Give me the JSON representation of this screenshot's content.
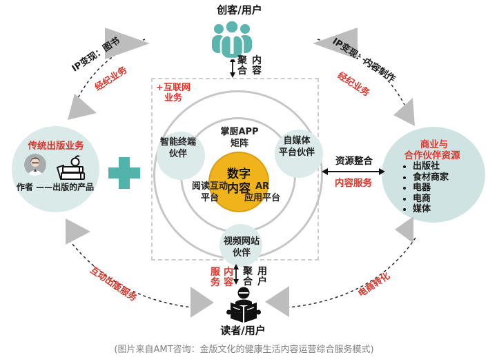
{
  "caption": "(图片来自AMT咨询：金版文化的健康生活内容运营综合服务模式)",
  "top_node": {
    "title": "创客/用户"
  },
  "bottom_node": {
    "title": "读者/用户"
  },
  "flows": {
    "aggregate_content": {
      "row1": "聚内",
      "row2": "合容"
    },
    "serve_content": {
      "row1": "服内",
      "row2": "务容"
    },
    "aggregate_users": {
      "row1": "聚用",
      "row2": "合户"
    },
    "resource_integration": "资源整合",
    "content_service": "内容服务"
  },
  "arc_labels": {
    "ip_books": "IP变现：图书",
    "agency_left": "经纪业务",
    "ip_content": "IP变现：内容制作",
    "agency_right": "经纪业务",
    "interactive_publishing": "互动出版服务",
    "ecommerce_conversion": "电商转化"
  },
  "left_ellipse": {
    "title": "传统出版业务",
    "subtitle": "作者 ——出版的产品"
  },
  "right_ellipse": {
    "title1": "商业与",
    "title2": "合作伙伴资源",
    "items": [
      "出版社",
      "食材商家",
      "电器",
      "电商",
      "媒体"
    ]
  },
  "internet_box": {
    "line1": "+互联网",
    "line2": "业务"
  },
  "core": {
    "line1": "数字",
    "line2": "内容"
  },
  "platforms": {
    "app_matrix": {
      "line1": "掌厨APP",
      "line2": "矩阵"
    },
    "smart_terminal": {
      "line1": "智能终端",
      "line2": "伙伴"
    },
    "we_media": {
      "line1": "自媒体",
      "line2": "平台伙伴"
    },
    "reading_interactive": {
      "line1": "阅读互动",
      "line2": "平台"
    },
    "ar_platform": {
      "line1": "AR",
      "line2": "应用平台"
    },
    "video_sites": {
      "line1": "视频网站",
      "line2": "伙伴"
    }
  },
  "colors": {
    "teal": "#5bb5ae",
    "pale_teal": "#d9eae8",
    "amber": "#f1b31c",
    "red": "#d9362b",
    "arrow_gray": "#bdbdbd"
  }
}
